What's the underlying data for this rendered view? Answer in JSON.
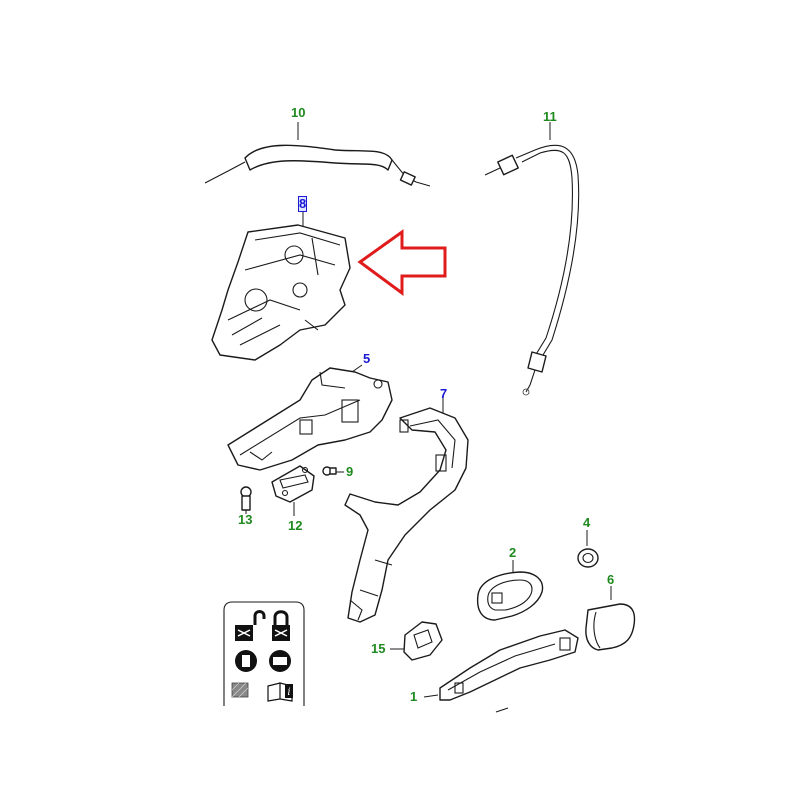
{
  "diagram": {
    "callouts": [
      {
        "id": "c10",
        "label": "10",
        "color": "green"
      },
      {
        "id": "c11",
        "label": "11",
        "color": "green"
      },
      {
        "id": "c8",
        "label": "8",
        "color": "blue",
        "highlighted": true
      },
      {
        "id": "c5",
        "label": "5",
        "color": "blue"
      },
      {
        "id": "c7",
        "label": "7",
        "color": "blue"
      },
      {
        "id": "c9",
        "label": "9",
        "color": "green"
      },
      {
        "id": "c13",
        "label": "13",
        "color": "green"
      },
      {
        "id": "c12",
        "label": "12",
        "color": "green"
      },
      {
        "id": "c4",
        "label": "4",
        "color": "green"
      },
      {
        "id": "c2",
        "label": "2",
        "color": "green"
      },
      {
        "id": "c6",
        "label": "6",
        "color": "green"
      },
      {
        "id": "c15",
        "label": "15",
        "color": "green"
      },
      {
        "id": "c1",
        "label": "1",
        "color": "green"
      }
    ],
    "colors": {
      "green_label": "#1f8a1f",
      "blue_label": "#1a1ad6",
      "arrow": "#e01b1b",
      "line": "#1b1b1b"
    },
    "legend_icons": [
      "unlock-lock-icon",
      "lock-icon",
      "stop-circle-icon",
      "stop-square-icon",
      "hatch-swatch-icon",
      "info-book-icon"
    ]
  }
}
